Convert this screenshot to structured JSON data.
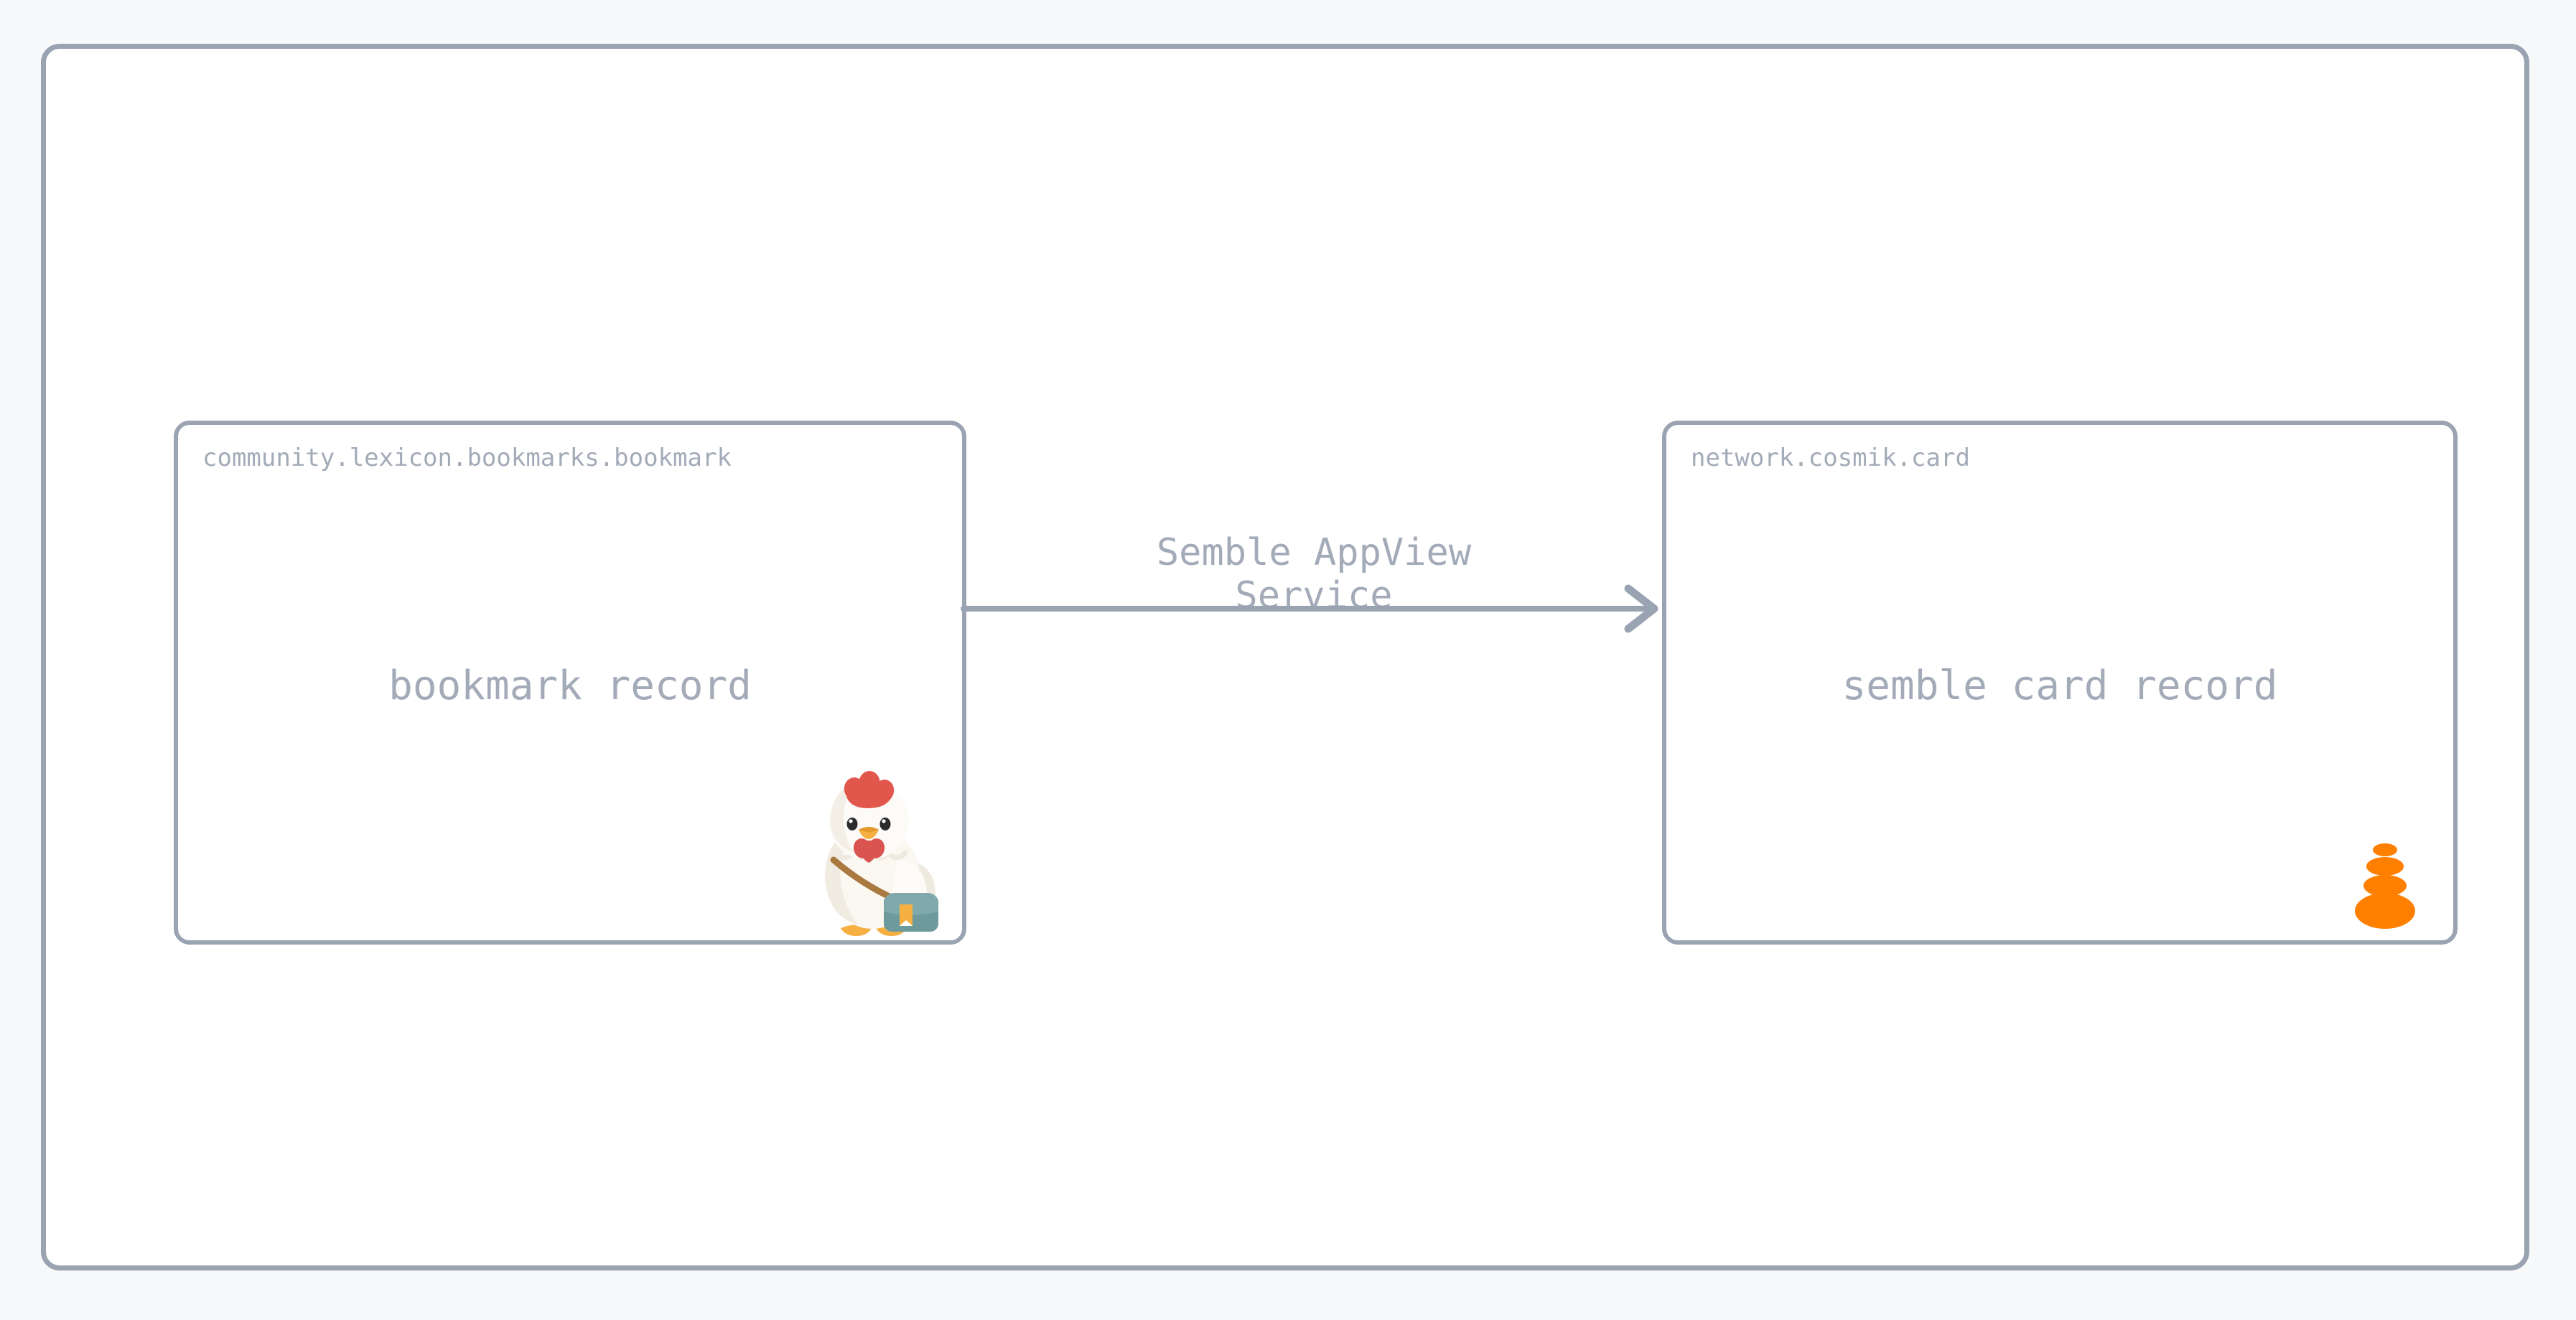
{
  "canvas": {
    "background_color": "#f7f8fa",
    "frame_border_color": "#9aa3b2",
    "frame_fill_color": "#ffffff"
  },
  "theme": {
    "text_color": "#a3abb9",
    "border_color": "#9aa3b2",
    "arrow_color": "#9aa3b2",
    "accent_orange": "#ff7f00",
    "chicken_body": "#f7f4ee",
    "chicken_comb": "#e2574c",
    "chicken_beak": "#f6b042",
    "chicken_bag": "#6d9a9c",
    "chicken_strap": "#a9793f",
    "chicken_ribbon": "#f6b042"
  },
  "nodes": [
    {
      "id": "bookmark",
      "nsid": "community.lexicon.bookmarks.bookmark",
      "title": "bookmark record",
      "badge_icon": "chicken-with-satchel-icon"
    },
    {
      "id": "semble",
      "nsid": "network.cosmik.card",
      "title": "semble card record",
      "badge_icon": "orange-cairn-stack-icon"
    }
  ],
  "edge": {
    "label": "Semble AppView\nService",
    "label_line_1": "Semble AppView",
    "label_line_2": "Service",
    "from": "bookmark",
    "to": "semble",
    "arrow_head": "chevron-arrow-icon",
    "direction": "left-to-right"
  }
}
